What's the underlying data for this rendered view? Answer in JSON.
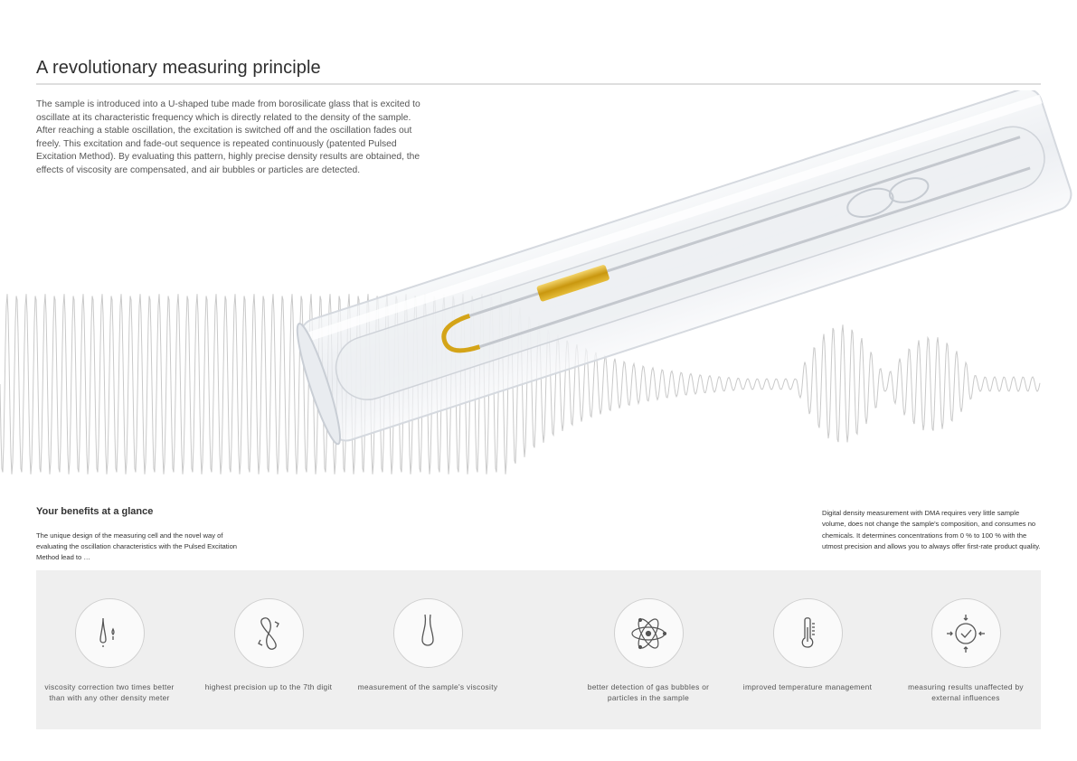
{
  "page": {
    "title": "A revolutionary measuring principle",
    "intro": "The sample is introduced into a U-shaped tube made from borosilicate glass that is excited to oscillate at its characteristic frequency which is directly related to the density of the sample. After reaching a stable oscillation, the excitation is switched off and the oscillation fades out freely. This excitation and fade-out sequence is repeated continuously (patented Pulsed Excitation Method). By evaluating this pattern, highly precise density results are obtained, the effects of viscosity are compensated, and air bubbles or particles are detected."
  },
  "benefits": {
    "heading": "Your benefits at a glance",
    "lead": "The unique design of the measuring cell and the novel way of evaluating the oscillation characteristics with the Pulsed Excitation Method lead to …",
    "side_note": "Digital density measurement with DMA requires very little sample volume, does not change the sample's composition, and consumes no chemicals. It determines concentrations from 0 % to 100 % with the utmost precision and allows you to always offer first-rate product quality.",
    "items": [
      {
        "icon": "viscosity-drop-icon",
        "label": "viscosity correction two times better than with any other density meter"
      },
      {
        "icon": "infinity-precision-icon",
        "label": "highest precision up to the 7th digit"
      },
      {
        "icon": "droplet-icon",
        "label": "measurement of the sample's viscosity"
      },
      {
        "icon": "atom-icon",
        "label": "better detection of gas bubbles or particles in the sample"
      },
      {
        "icon": "thermometer-icon",
        "label": "improved temperature management"
      },
      {
        "icon": "shielded-check-icon",
        "label": "measuring results unaffected by external influences"
      }
    ]
  },
  "colors": {
    "panel": "#efefef",
    "waveform": "#c9c9c9",
    "tube_gold": "#d4a418",
    "icon_stroke": "#555555"
  }
}
